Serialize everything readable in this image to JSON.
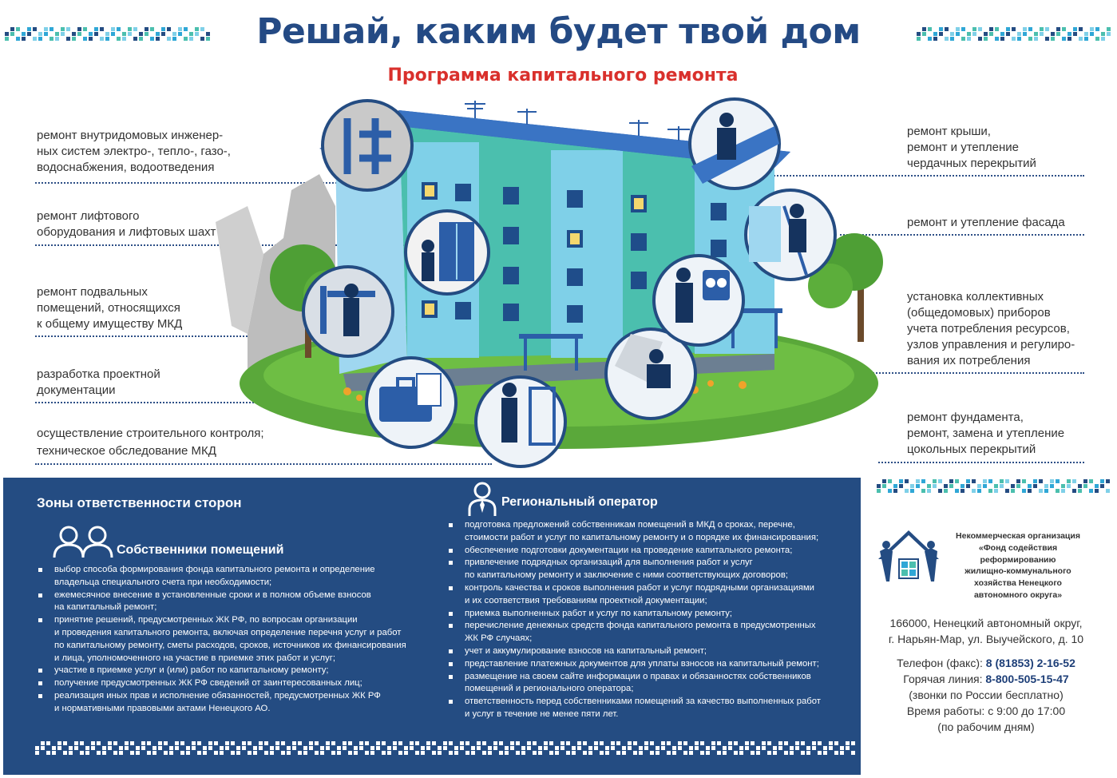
{
  "header": {
    "title": "Решай, каким будет твой дом",
    "subtitle": "Программа капитального ремонта"
  },
  "left_labels": [
    {
      "lines": [
        "ремонт внутридомовых инженер-",
        "ных систем электро-, тепло-, газо-,",
        "водоснабжения, водоотведения"
      ]
    },
    {
      "lines": [
        "ремонт лифтового",
        "оборудования и лифтовых шахт"
      ]
    },
    {
      "lines": [
        "ремонт подвальных",
        "помещений, относящихся",
        "к общему имуществу МКД"
      ]
    },
    {
      "lines": [
        "разработка проектной",
        "документации"
      ]
    },
    {
      "lines": [
        "осуществление строительного контроля;",
        "техническое обследование МКД"
      ]
    }
  ],
  "right_labels": [
    {
      "lines": [
        "ремонт крыши,",
        "ремонт и утепление",
        "чердачных перекрытий"
      ]
    },
    {
      "lines": [
        "ремонт и утепление фасада"
      ]
    },
    {
      "lines": [
        "установка коллективных",
        "(общедомовых) приборов",
        "учета потребления ресурсов,",
        "узлов управления и регулиро-",
        "вания их потребления"
      ]
    },
    {
      "lines": [
        "ремонт фундамента,",
        "ремонт, замена и утепление",
        "цокольных перекрытий"
      ]
    }
  ],
  "panel": {
    "title": "Зоны ответственности сторон",
    "owners": {
      "title": "Собственники помещений",
      "items": [
        [
          "выбор способа формирования фонда капитального ремонта и определение",
          "владельца специального счета при необходимости;"
        ],
        [
          "ежемесячное внесение в установленные сроки и в полном объеме взносов",
          "на капитальный ремонт;"
        ],
        [
          "принятие решений, предусмотренных ЖК РФ, по вопросам организации",
          "и проведения капитального ремонта, включая определение перечня услуг и работ",
          "по капитальному ремонту, сметы расходов, сроков, источников их финансирования",
          "и лица, уполномоченного на участие в приемке этих работ и услуг;"
        ],
        [
          "участие в приемке услуг и (или) работ по капитальному ремонту;"
        ],
        [
          "получение предусмотренных ЖК РФ сведений от заинтересованных лиц;"
        ],
        [
          "реализация иных прав и исполнение обязанностей, предусмотренных ЖК РФ",
          "и нормативными правовыми актами Ненецкого АО."
        ]
      ]
    },
    "operator": {
      "title": "Региональный оператор",
      "items": [
        [
          "подготовка предложений собственникам помещений в МКД о сроках, перечне,",
          "стоимости работ и услуг по капитальному ремонту и о порядке их финансирования;"
        ],
        [
          "обеспечение подготовки документации на проведение капитального ремонта;"
        ],
        [
          "привлечение подрядных организаций для выполнения работ и услуг",
          "по капитальному ремонту и заключение с ними соответствующих договоров;"
        ],
        [
          "контроль качества и сроков выполнения работ и услуг подрядными организациями",
          "и их соответствия требованиям проектной документации;"
        ],
        [
          "приемка выполненных работ и услуг по капитальному ремонту;"
        ],
        [
          "перечисление денежных средств фонда капитального ремонта в предусмотренных",
          "ЖК РФ случаях;"
        ],
        [
          "учет и аккумулирование взносов на капитальный ремонт;"
        ],
        [
          "представление платежных документов для уплаты взносов на капитальный ремонт;"
        ],
        [
          "размещение на своем сайте информации о правах и обязанностях собственников",
          "помещений и регионального оператора;"
        ],
        [
          "ответственность перед собственниками помещений за качество выполненных работ",
          "и услуг в течение не менее пяти лет."
        ]
      ]
    }
  },
  "organization": {
    "lines": [
      "Некоммерческая организация",
      "«Фонд содействия",
      "реформированию",
      "жилищно-коммунального",
      "хозяйства Ненецкого",
      "автономного округа»"
    ],
    "address": [
      "166000, Ненецкий автономный округ,",
      "г. Нарьян-Мар, ул. Выучейского, д. 10"
    ],
    "phone_label": "Телефон (факс): ",
    "phone": "8 (81853) 2-16-52",
    "hotline_label": "Горячая линия: ",
    "hotline": "8-800-505-15-47",
    "hotline_note": "(звонки по России бесплатно)",
    "hours": "Время работы: с 9:00 до 17:00",
    "hours_note": "(по рабочим дням)"
  },
  "colors": {
    "title": "#244a84",
    "subtitle": "#d9302c",
    "panel": "#244c82",
    "accent_cyan": "#2fa7d6",
    "accent_teal": "#4bbfae"
  }
}
